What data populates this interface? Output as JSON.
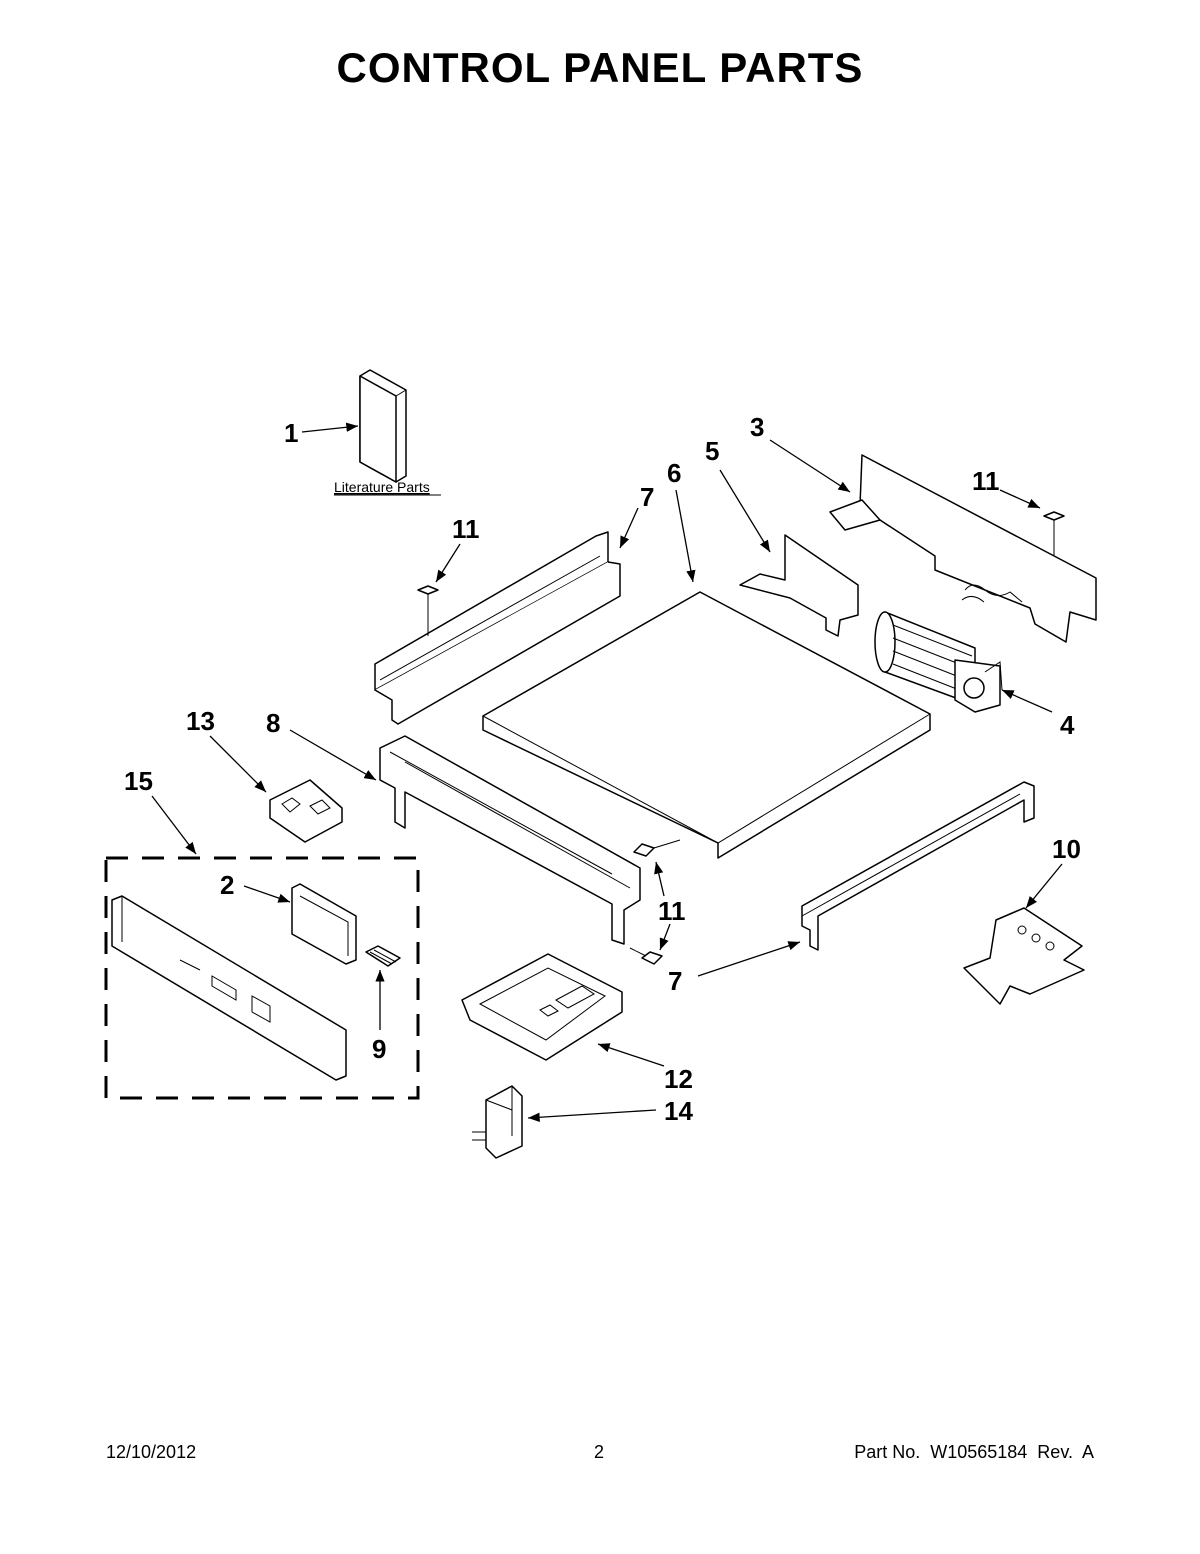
{
  "page": {
    "title": "CONTROL PANEL PARTS",
    "footer": {
      "date": "12/10/2012",
      "page_number": "2",
      "part_no": "Part No.  W10565184  Rev.  A"
    }
  },
  "diagram": {
    "literature_label": "Literature Parts",
    "callouts": [
      "1",
      "2",
      "3",
      "4",
      "5",
      "6",
      "7",
      "8",
      "9",
      "10",
      "11",
      "12",
      "13",
      "14",
      "15"
    ]
  }
}
